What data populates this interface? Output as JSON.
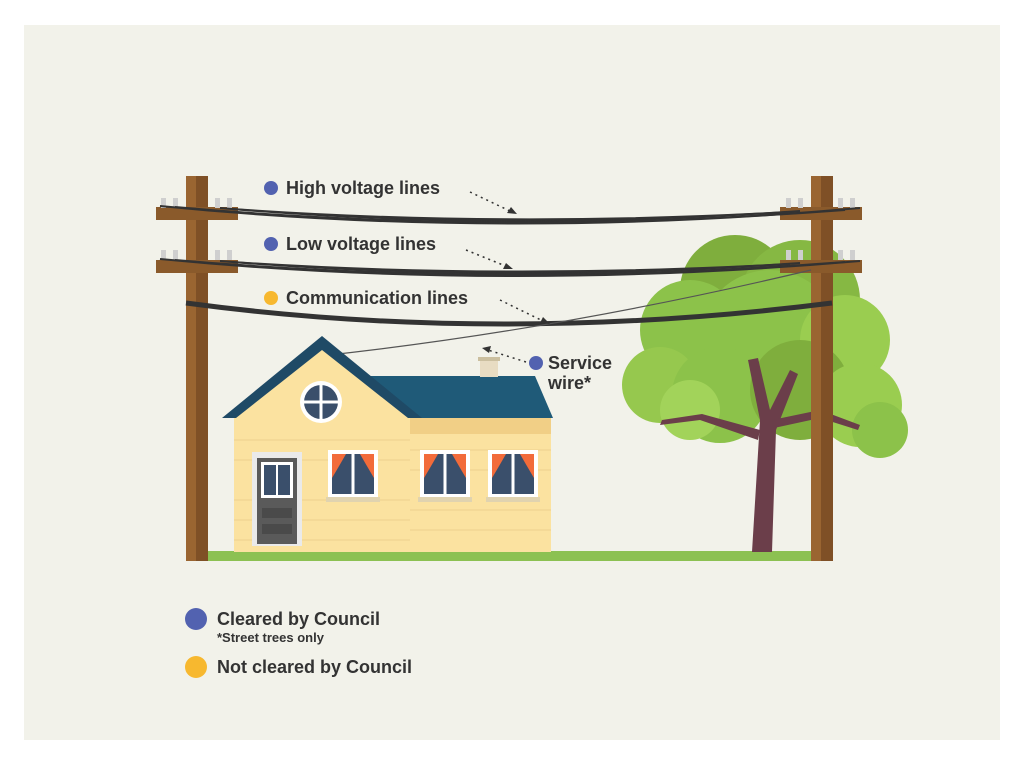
{
  "colors": {
    "cleared": "#5262b0",
    "not_cleared": "#f7b82f",
    "background": "#f2f2ea"
  },
  "labels": {
    "high_voltage": "High voltage lines",
    "low_voltage": "Low voltage lines",
    "communication": "Communication lines",
    "service_wire_line1": "Service",
    "service_wire_line2": "wire*"
  },
  "legend": {
    "cleared": "Cleared by Council",
    "cleared_note": "*Street trees only",
    "not_cleared": "Not cleared by Council"
  }
}
